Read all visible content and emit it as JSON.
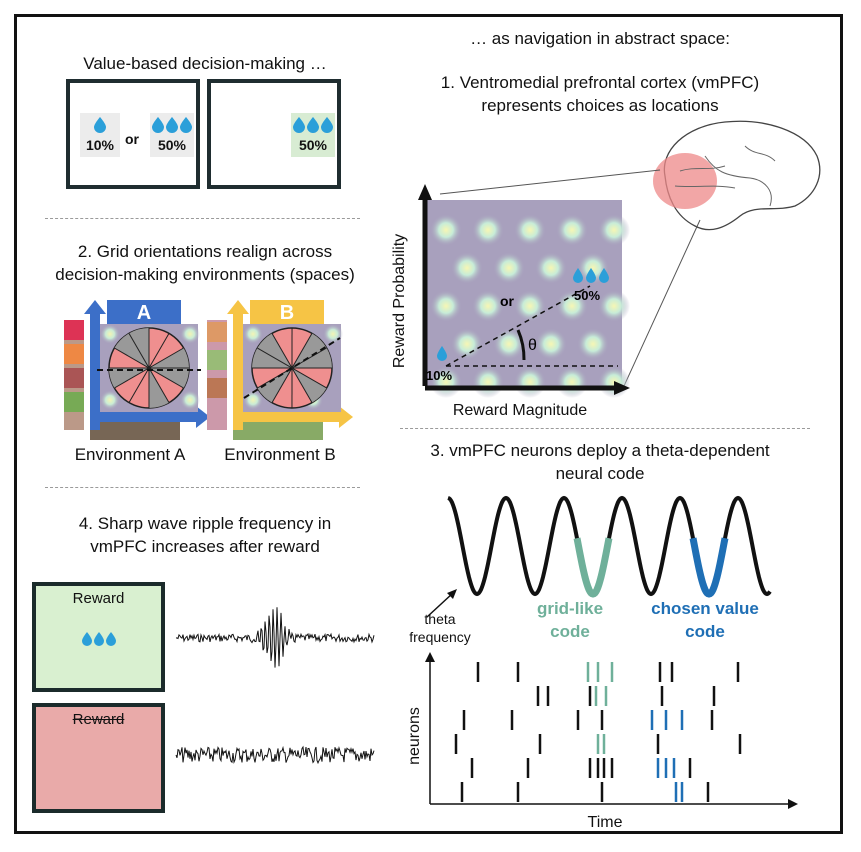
{
  "colors": {
    "grid_code": "#6fb09a",
    "chosen_value_code": "#1f6fb5",
    "env_a": "#3c6fc8",
    "env_b": "#f6c445",
    "reward_green": "#d9f0d0",
    "no_reward_red": "#e9aaa9",
    "field_purple": "#a8a0bd",
    "water_drop": "#2b9fd9"
  },
  "panel_top_left": {
    "title": "Value-based decision-making …",
    "option_low": "10%",
    "or": "or",
    "option_high": "50%",
    "chosen": "50%"
  },
  "panel_top_right": {
    "title": "… as navigation in abstract space:",
    "step1_line1": "1. Ventromedial prefrontal cortex (vmPFC)",
    "step1_line2": "represents choices as locations",
    "y_axis": "Reward Probability",
    "x_axis": "Reward Magnitude",
    "low": "10%",
    "or": "or",
    "high": "50%",
    "angle": "θ"
  },
  "panel_grid": {
    "line1": "2. Grid orientations realign across",
    "line2": "decision-making environments (spaces)",
    "label_a": "A",
    "label_b": "B",
    "env_a": "Environment A",
    "env_b": "Environment B"
  },
  "panel_theta": {
    "line1": "3. vmPFC neurons deploy a theta-dependent",
    "line2": "neural code",
    "theta_label_1": "theta",
    "theta_label_2": "frequency",
    "grid_code_1": "grid-like",
    "grid_code_2": "code",
    "value_code_1": "chosen value",
    "value_code_2": "code",
    "y_axis": "neurons",
    "x_axis": "Time"
  },
  "panel_ripple": {
    "line1": "4. Sharp wave ripple frequency in",
    "line2": "vmPFC increases after reward",
    "reward": "Reward",
    "no_reward": "Reward"
  }
}
